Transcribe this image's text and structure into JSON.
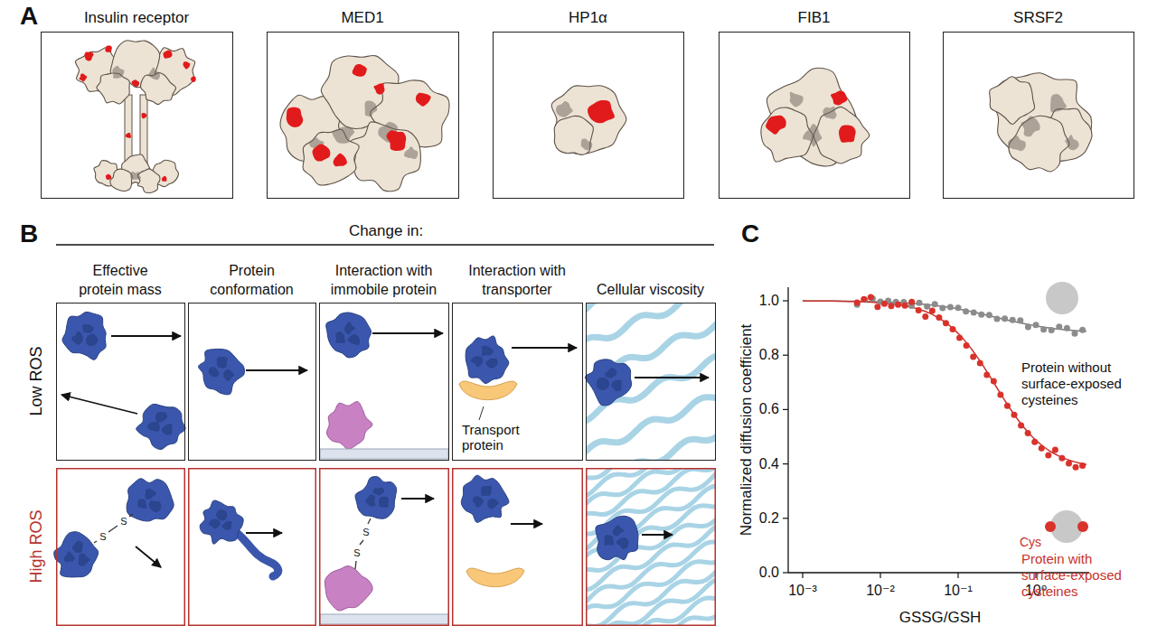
{
  "diagram": {
    "nodes": [
      {
        "text": [
          "Insulin receptor"
        ]
      },
      {
        "text": [
          "MED1"
        ]
      },
      {
        "text": [
          "HP1α"
        ]
      },
      {
        "text": [
          "FIB1"
        ]
      },
      {
        "text": [
          "SRSF2"
        ]
      },
      {
        "text": [
          "Effective protein mass"
        ]
      },
      {
        "text": [
          "Protein conformation"
        ]
      },
      {
        "text": [
          "Interaction with immobile protein"
        ]
      },
      {
        "text": [
          "Interaction with transporter",
          "Transport protein"
        ]
      },
      {
        "text": [
          "Cellular viscosity"
        ]
      }
    ],
    "labels": [
      "A",
      "B",
      "Change in:",
      "Low ROS",
      "High ROS",
      "S",
      "S",
      "S",
      "S",
      "C",
      "0.0",
      "0.2",
      "0.4",
      "0.6",
      "0.8",
      "1.0",
      "10⁻³",
      "10⁻²",
      "10⁻¹",
      "10⁰",
      "Normalized diffusion coefficient",
      "GSSG/GSH",
      "Protein without surface-exposed cysteines",
      "Cys",
      "Protein with surface-exposed cysteines"
    ]
  }
}
